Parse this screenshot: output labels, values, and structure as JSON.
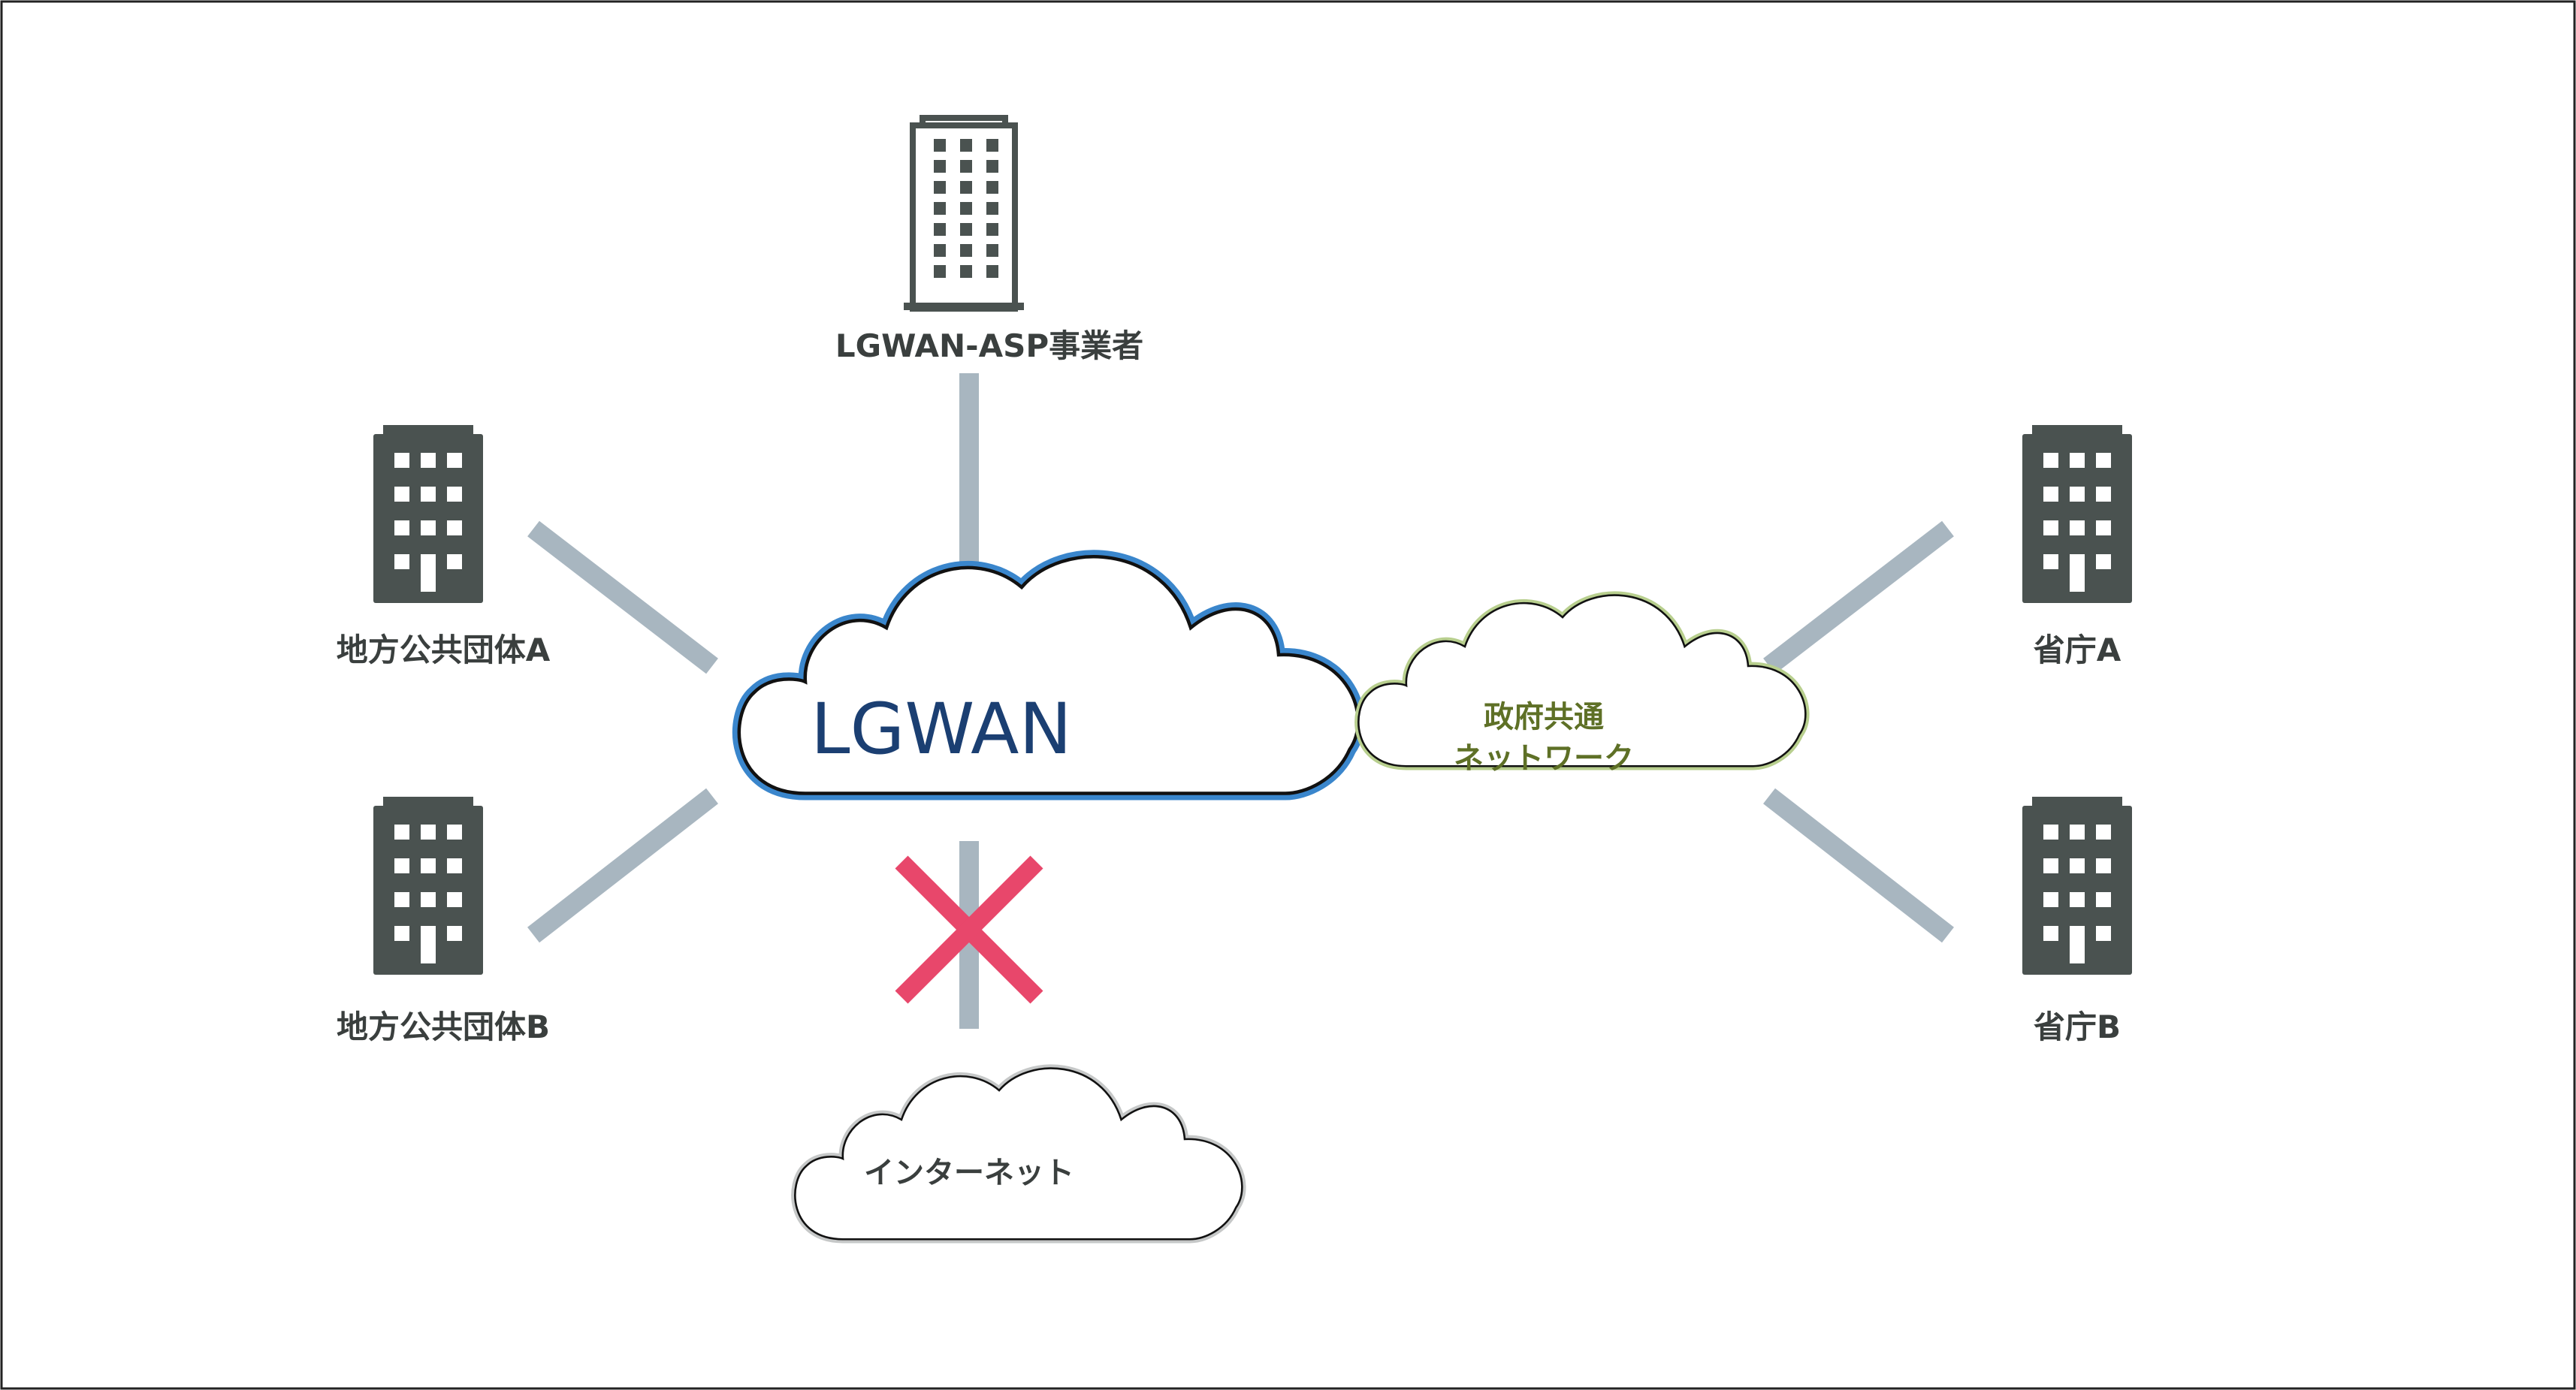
{
  "colors": {
    "frame": "#222222",
    "connector": "#a8b6c0",
    "building": "#4a5250",
    "lgwan_outline": "#3a86cc",
    "lgwan_text": "#1b3f72",
    "gov_outline": "#b8cf8e",
    "gov_text": "#5e7026",
    "internet_outline": "#c6c8c8",
    "label_text": "#3a3f3e",
    "cross": "#e8476b"
  },
  "nodes": {
    "asp": {
      "label": "LGWAN-ASP事業者",
      "icon": "office-tower-icon"
    },
    "local_a": {
      "label": "地方公共団体A",
      "icon": "building-icon"
    },
    "local_b": {
      "label": "地方公共団体B",
      "icon": "building-icon"
    },
    "ministry_a": {
      "label": "省庁A",
      "icon": "building-icon"
    },
    "ministry_b": {
      "label": "省庁B",
      "icon": "building-icon"
    },
    "lgwan": {
      "label": "LGWAN",
      "icon": "cloud-icon"
    },
    "gov_network": {
      "label_line1": "政府共通",
      "label_line2": "ネットワーク",
      "icon": "cloud-icon"
    },
    "internet": {
      "label": "インターネット",
      "icon": "cloud-icon"
    }
  },
  "blocked_connection": {
    "from": "lgwan",
    "to": "internet",
    "icon": "cross-icon"
  }
}
